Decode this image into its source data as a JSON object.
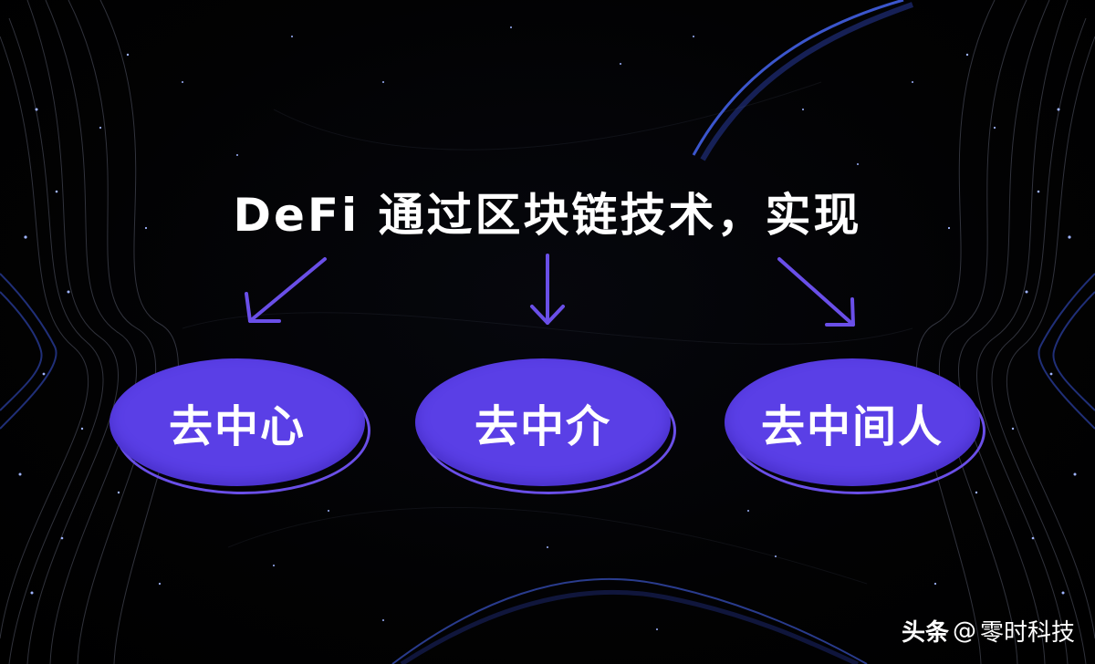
{
  "headline": "DeFi 通过区块链技术，实现",
  "nodes": [
    {
      "label": "去中心"
    },
    {
      "label": "去中介"
    },
    {
      "label": "去中间人"
    }
  ],
  "watermark": {
    "platform": "头条",
    "at": "@",
    "account": "零时科技"
  },
  "colors": {
    "background": "#000000",
    "node_fill": "#5a3fe6",
    "node_outline": "#6a4fe8",
    "arrow": "#6a4fe8",
    "text": "#ffffff"
  }
}
